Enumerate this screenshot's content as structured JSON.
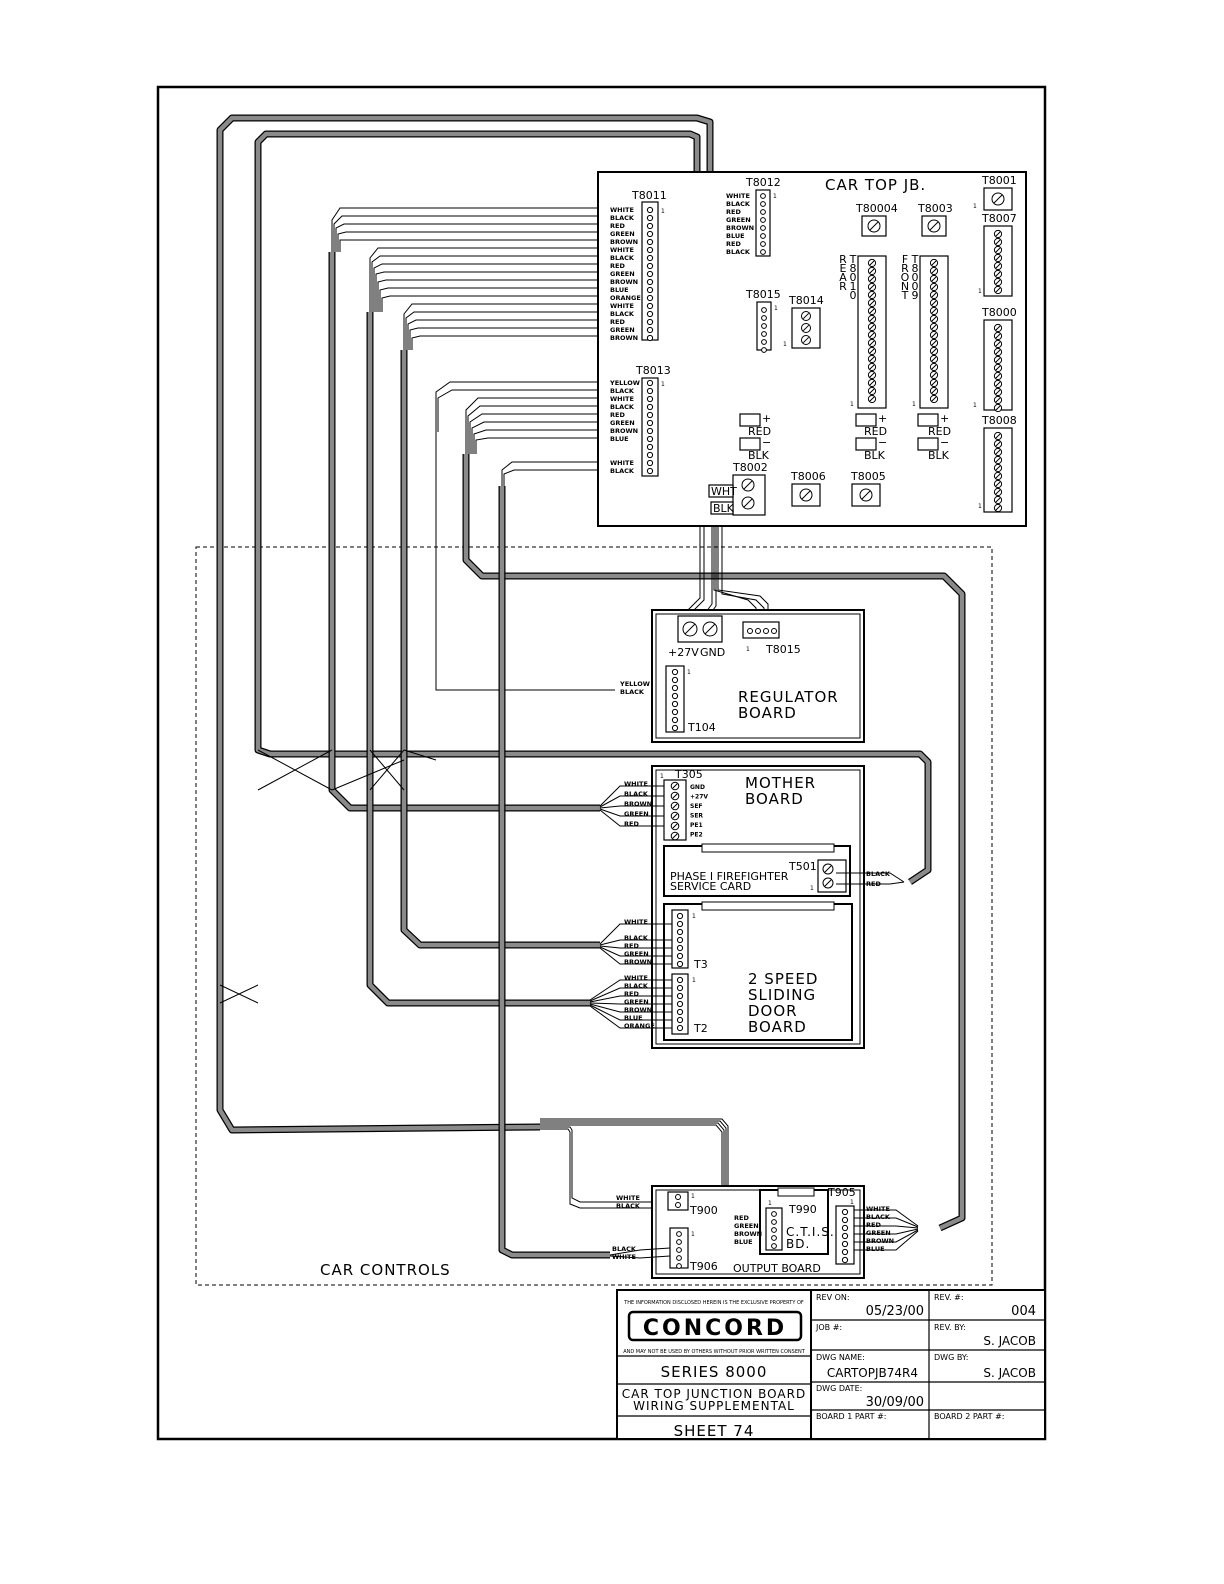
{
  "title_block": {
    "disclaimer_top": "THE INFORMATION DISCLOSED HEREIN IS THE EXCLUSIVE PROPERTY OF",
    "logo": "CONCORD",
    "disclaimer_bottom": "AND MAY NOT BE USED BY OTHERS WITHOUT PRIOR WRITTEN CONSENT",
    "series": "SERIES 8000",
    "description_1": "CAR TOP JUNCTION BOARD",
    "description_2": "WIRING SUPPLEMENTAL",
    "sheet": "SHEET 74",
    "rev_on_label": "REV ON:",
    "rev_on": "05/23/00",
    "rev_label": "REV. #:",
    "rev": "004",
    "job_label": "JOB #:",
    "job": "",
    "rev_by_label": "REV. BY:",
    "rev_by": "S. JACOB",
    "dwg_name_label": "DWG NAME:",
    "dwg_name": "CARTOPJB74R4",
    "dwg_by_label": "DWG BY:",
    "dwg_by": "S. JACOB",
    "dwg_date_label": "DWG DATE:",
    "dwg_date": "30/09/00",
    "board1_label": "BOARD 1 PART #:",
    "board2_label": "BOARD 2 PART #:"
  },
  "junction_box": {
    "title": "CAR TOP JB.",
    "terminals": {
      "t8011": "T8011",
      "t8012": "T8012",
      "t8013": "T8013",
      "t8015": "T8015",
      "t8014": "T8014",
      "t80004": "T80004",
      "t8003": "T8003",
      "t8001": "T8001",
      "t8007": "T8007",
      "t8000": "T8000",
      "t8008": "T8008",
      "t8002": "T8002",
      "t8006": "T8006",
      "t8005": "T8005"
    },
    "rear_label": "REAR",
    "t8010_label": "T8010",
    "front_label": "FRONT",
    "t8009_label": "T8009",
    "t8011_wires": [
      "WHITE",
      "BLACK",
      "RED",
      "GREEN",
      "BROWN",
      "WHITE",
      "BLACK",
      "RED",
      "GREEN",
      "BROWN",
      "BLUE",
      "ORANGE",
      "WHITE",
      "BLACK",
      "RED",
      "GREEN",
      "BROWN"
    ],
    "t8012_wires": [
      "WHITE",
      "BLACK",
      "RED",
      "GREEN",
      "BROWN",
      "BLUE",
      "RED",
      "BLACK"
    ],
    "t8013_wires": [
      "YELLOW",
      "BLACK",
      "WHITE",
      "BLACK",
      "RED",
      "GREEN",
      "BROWN",
      "BLUE",
      "",
      "",
      "WHITE",
      "BLACK"
    ],
    "red": "RED",
    "blk": "BLK",
    "wht": "WHT",
    "plus": "+",
    "minus": "−",
    "one": "1"
  },
  "car_controls": {
    "label": "CAR CONTROLS",
    "regulator": {
      "title_1": "REGULATOR",
      "title_2": "BOARD",
      "plus27v": "+27V",
      "gnd": "GND",
      "t8015": "T8015",
      "t104": "T104",
      "wires": [
        "YELLOW",
        "BLACK"
      ]
    },
    "mother": {
      "title_1": "MOTHER",
      "title_2": "BOARD",
      "t305": "T305",
      "pins": [
        "GND",
        "+27V",
        "SEF",
        "SER",
        "PE1",
        "PE2"
      ],
      "wires": [
        "WHITE",
        "BLACK",
        "BROWN",
        "GREEN",
        "RED"
      ]
    },
    "firefighter": {
      "title_1": "PHASE I FIREFIGHTER",
      "title_2": "SERVICE CARD",
      "t501": "T501",
      "wires": [
        "BLACK",
        "RED"
      ]
    },
    "sliding_door": {
      "title_1": "2 SPEED",
      "title_2": "SLIDING",
      "title_3": "DOOR",
      "title_4": "BOARD",
      "t3": "T3",
      "t2": "T2",
      "t3_wires": [
        "WHITE",
        "",
        "BLACK",
        "RED",
        "GREEN",
        "BROWN"
      ],
      "t2_wires": [
        "WHITE",
        "BLACK",
        "RED",
        "GREEN",
        "BROWN",
        "BLUE",
        "ORANGE"
      ]
    },
    "output": {
      "title": "OUTPUT BOARD",
      "t900": "T900",
      "t906": "T906",
      "t990": "T990",
      "t905": "T905",
      "ctis_1": "C.T.I.S.",
      "ctis_2": "BD.",
      "t900_wires": [
        "WHITE",
        "BLACK"
      ],
      "t906_wires": [
        "BLACK",
        "WHITE"
      ],
      "t990_wires": [
        "RED",
        "GREEN",
        "BROWN",
        "BLUE"
      ],
      "t905_wires": [
        "WHITE",
        "BLACK",
        "RED",
        "GREEN",
        "BROWN",
        "BLUE"
      ]
    }
  }
}
